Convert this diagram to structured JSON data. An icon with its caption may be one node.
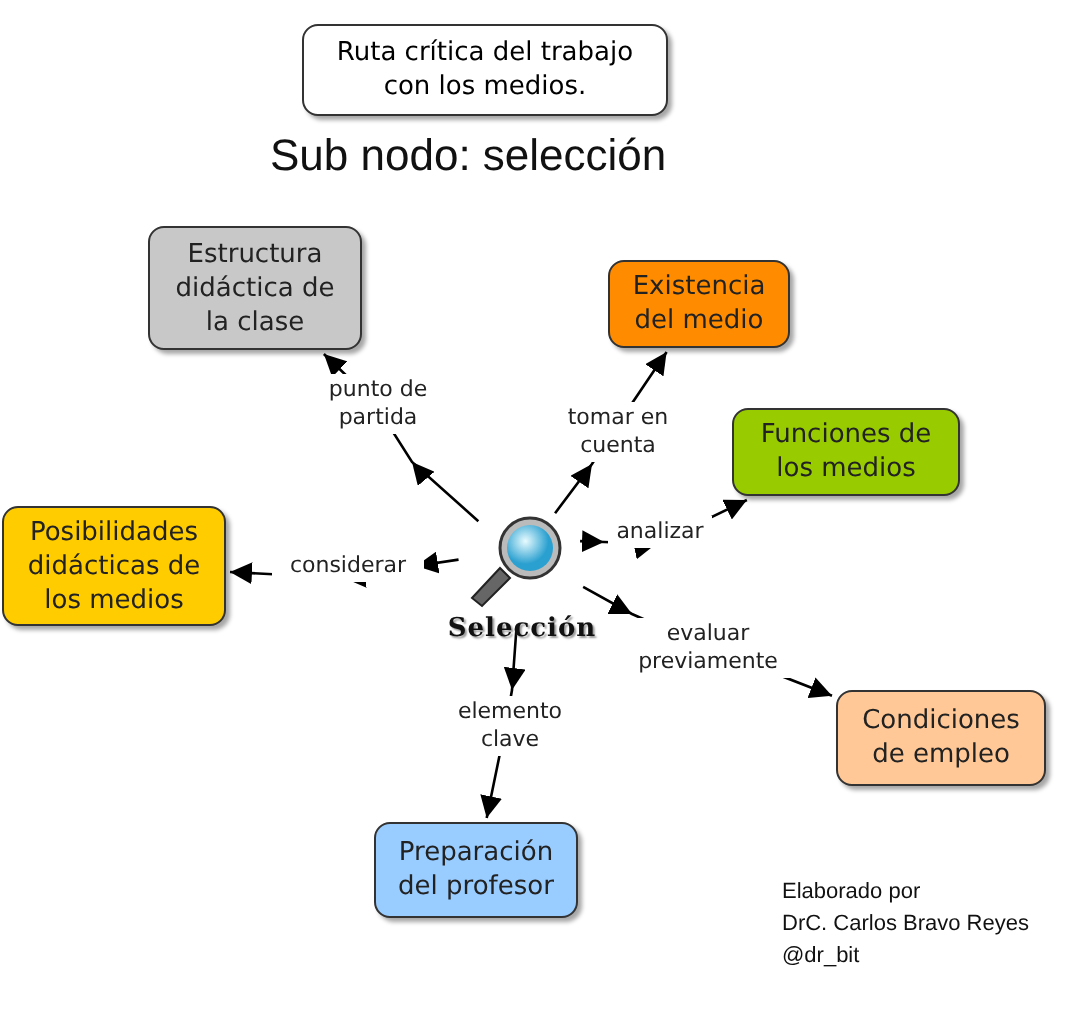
{
  "diagram": {
    "nodes": [
      {
        "text": [
          "Ruta crítica del trabajo con los medios."
        ]
      },
      {
        "text": [
          "Estructura didáctica de la clase"
        ]
      },
      {
        "text": [
          "Existencia del medio"
        ]
      },
      {
        "text": [
          "Funciones de los medios"
        ]
      },
      {
        "text": [
          "Posibilidades didácticas de los medios"
        ]
      },
      {
        "text": [
          "Selección"
        ]
      },
      {
        "text": [
          "Condiciones de empleo"
        ]
      },
      {
        "text": [
          "Preparación del profesor"
        ]
      }
    ],
    "edges": [
      {
        "from": 5,
        "to": 1,
        "label": "punto de partida",
        "arrow": "to"
      },
      {
        "from": 5,
        "to": 2,
        "label": "tomar en cuenta",
        "arrow": "to"
      },
      {
        "from": 5,
        "to": 3,
        "label": "analizar",
        "arrow": "to"
      },
      {
        "from": 5,
        "to": 4,
        "label": "considerar",
        "arrow": "to"
      },
      {
        "from": 5,
        "to": 6,
        "label": "evaluar previamente",
        "arrow": "to"
      },
      {
        "from": 5,
        "to": 7,
        "label": "elemento clave",
        "arrow": "to"
      }
    ],
    "labels": [
      "Sub nodo: selección",
      "Elaborado por",
      "DrC. Carlos Bravo Reyes",
      "@dr_bit"
    ]
  }
}
